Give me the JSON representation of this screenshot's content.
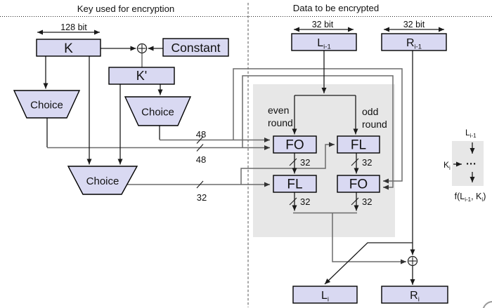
{
  "titles": {
    "key_section": "Key used for encryption",
    "data_section": "Data to be encrypted"
  },
  "measurements": {
    "key_width": "128 bit",
    "left_word_width": "32 bit",
    "right_word_width": "32 bit"
  },
  "key_schedule": {
    "k": "K",
    "constant": "Constant",
    "k_prime": "K'",
    "choice1": "Choice",
    "choice2": "Choice",
    "choice3": "Choice",
    "bus48_top": "48",
    "bus48_bottom": "48",
    "bus32": "32"
  },
  "round": {
    "even_line1": "even",
    "even_line2": "round",
    "odd_line1": "odd",
    "odd_line2": "round",
    "fo_even": "FO",
    "fl_odd": "FL",
    "fl_even": "FL",
    "fo_odd": "FO",
    "out32_fo_even": "32",
    "out32_fl_odd": "32",
    "out32_fl_even": "32",
    "out32_fo_odd": "32"
  },
  "registers": {
    "l_in_base": "L",
    "l_in_sub": "i-1",
    "r_in_base": "R",
    "r_in_sub": "i-1",
    "l_out_base": "L",
    "l_out_sub": "i",
    "r_out_base": "R",
    "r_out_sub": "i"
  },
  "legend": {
    "input_base": "L",
    "input_sub": "i-1",
    "key_base": "K",
    "key_sub": "i",
    "dots": "···",
    "f_pre": "f(L",
    "f_sub1": "i-1",
    "f_mid": ", K",
    "f_sub2": "i",
    "f_close": ")"
  },
  "colors": {
    "box_fill": "#d9d9f2",
    "panel_fill": "#e7e7e7",
    "wire_gray": "#6b6b6b"
  }
}
